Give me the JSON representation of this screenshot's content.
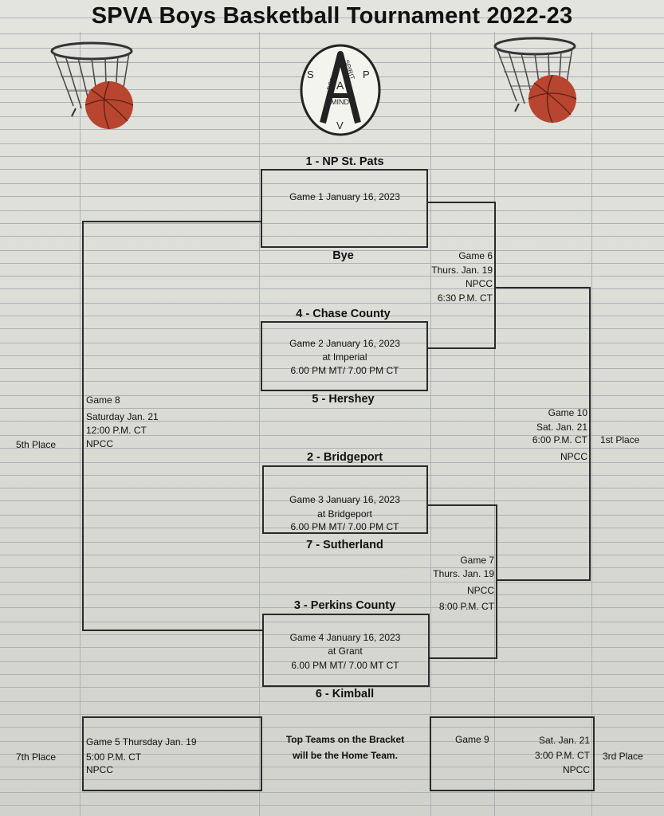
{
  "title": "SPVA Boys Basketball Tournament 2022-23",
  "logo": {
    "letters": [
      "S",
      "P",
      "A",
      "V"
    ],
    "words": [
      "BODY",
      "SPIRIT",
      "MIND"
    ]
  },
  "teams": {
    "t1": "1 - NP St. Pats",
    "bye": "Bye",
    "t4": "4 - Chase County",
    "t5": "5 - Hershey",
    "t2": "2 - Bridgeport",
    "t7": "7 - Sutherland",
    "t3": "3 - Perkins County",
    "t6": "6 - Kimball"
  },
  "games": {
    "g1": {
      "line1": "Game 1 January 16, 2023"
    },
    "g2": {
      "line1": "Game 2 January 16, 2023",
      "line2": "at Imperial",
      "line3": "6.00 PM MT/ 7.00 PM CT"
    },
    "g3": {
      "line1": "Game 3  January 16, 2023",
      "line2": "at Bridgeport",
      "line3": "6.00 PM MT/ 7.00 PM CT"
    },
    "g4": {
      "line1": "Game 4 January 16, 2023",
      "line2": "at Grant",
      "line3": "6.00 PM MT/ 7.00 MT CT"
    },
    "g5": {
      "line1": "Game 5 Thursday Jan. 19",
      "line2": "5:00 P.M. CT",
      "line3": "NPCC"
    },
    "g6": {
      "line1": "Game 6",
      "line2": "Thurs. Jan. 19",
      "line3": "NPCC",
      "line4": "6:30 P.M. CT"
    },
    "g7": {
      "line1": "Game 7",
      "line2": "Thurs. Jan. 19",
      "line3": "NPCC",
      "line4": "8:00 P.M. CT"
    },
    "g8": {
      "line1": "Game 8",
      "line2": "Saturday Jan. 21",
      "line3": "12:00 P.M. CT",
      "line4": "NPCC"
    },
    "g9": {
      "line1": "Game 9",
      "line2": "Sat. Jan. 21",
      "line3": "3:00 P.M. CT",
      "line4": "NPCC"
    },
    "g10": {
      "line1": "Game 10",
      "line2": "Sat. Jan. 21",
      "line3": "6:00 P.M. CT",
      "line4": "NPCC"
    }
  },
  "places": {
    "fifth": "5th Place",
    "first": "1st Place",
    "seventh": "7th Place",
    "third": "3rd Place"
  },
  "note": {
    "line1": "Top Teams on the Bracket",
    "line2": "will be the Home Team."
  },
  "colors": {
    "ball": "#b8452f",
    "ink": "#1a1a1a",
    "rule": "#aab2b6",
    "paper": "#e0e0da"
  }
}
